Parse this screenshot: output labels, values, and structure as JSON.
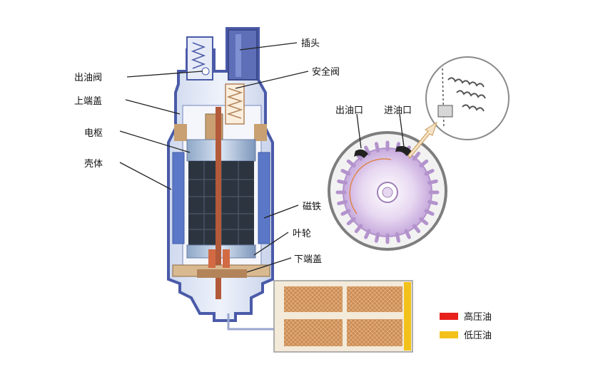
{
  "labels": {
    "outlet_valve": "出油阀",
    "upper_cover": "上端盖",
    "armature": "电枢",
    "housing": "壳体",
    "plug": "插头",
    "safety_valve": "安全阀",
    "magnet": "磁铁",
    "impeller": "叶轮",
    "lower_cover": "下端盖",
    "outlet_port": "出油口",
    "inlet_port": "进油口"
  },
  "legend": {
    "items": [
      {
        "label": "高压油",
        "color": "#e8201c"
      },
      {
        "label": "低压油",
        "color": "#f3c21a"
      }
    ]
  },
  "colors": {
    "casing_line": "#4a5aa8",
    "casing_fill": "#dfe6f4",
    "armature": "#2c3440",
    "magnet": "#5b78c8",
    "pump_ring": "#7e7e7e",
    "impeller": "#d8c3e8",
    "brown": "#b3845a",
    "filter": "#c88a52"
  }
}
